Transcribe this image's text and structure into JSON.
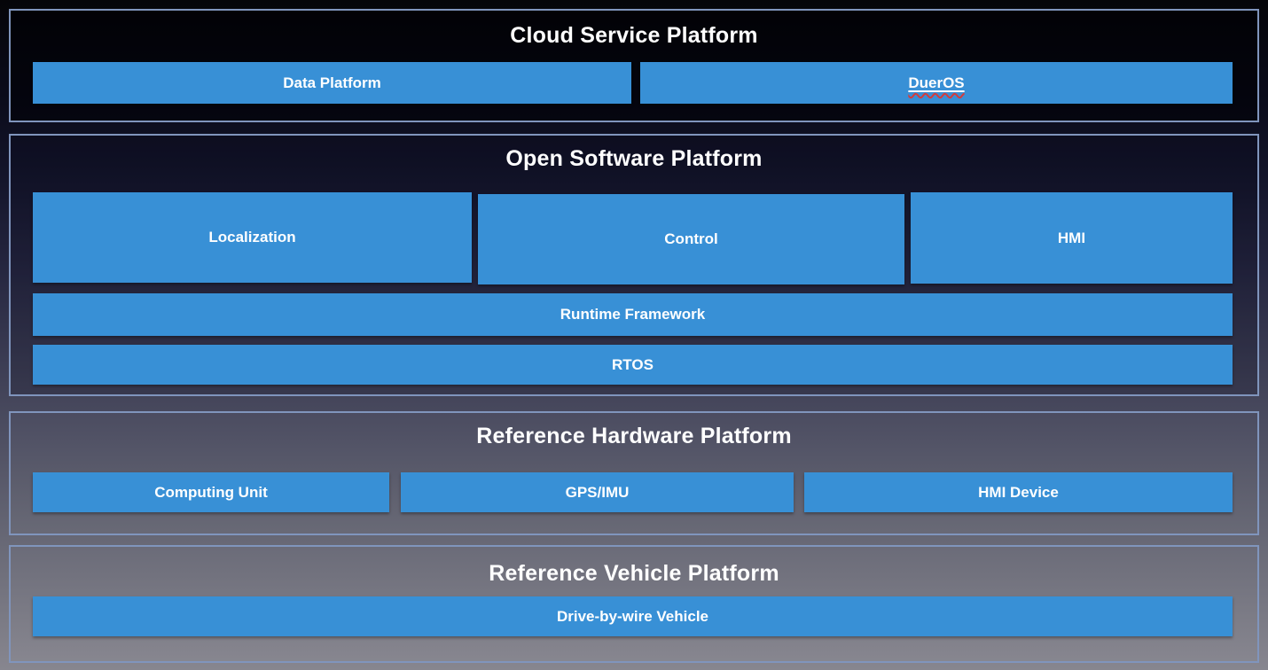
{
  "colors": {
    "box_blue": "#3890d6",
    "panel_border": "#8095bd",
    "label_text": "#ffffff",
    "spellcheck_wavy_red": "#d43c3c",
    "background_top": "#050509",
    "background_bottom": "#87868f"
  },
  "sections": [
    {
      "title": "Cloud Service Platform",
      "boxes": [
        {
          "label": "Data Platform"
        },
        {
          "label": "DuerOS",
          "decoration": "underline + red wavy spellcheck underline"
        }
      ]
    },
    {
      "title": "Open Software Platform",
      "modules": [
        {
          "label": "Localization"
        },
        {
          "label": "Control"
        },
        {
          "label": "HMI"
        }
      ],
      "layers": [
        {
          "label": "Runtime Framework"
        },
        {
          "label": "RTOS"
        }
      ]
    },
    {
      "title": "Reference Hardware Platform",
      "boxes": [
        {
          "label": "Computing Unit"
        },
        {
          "label": "GPS/IMU"
        },
        {
          "label": "HMI Device"
        }
      ]
    },
    {
      "title": "Reference Vehicle Platform",
      "boxes": [
        {
          "label": "Drive-by-wire Vehicle"
        }
      ]
    }
  ]
}
